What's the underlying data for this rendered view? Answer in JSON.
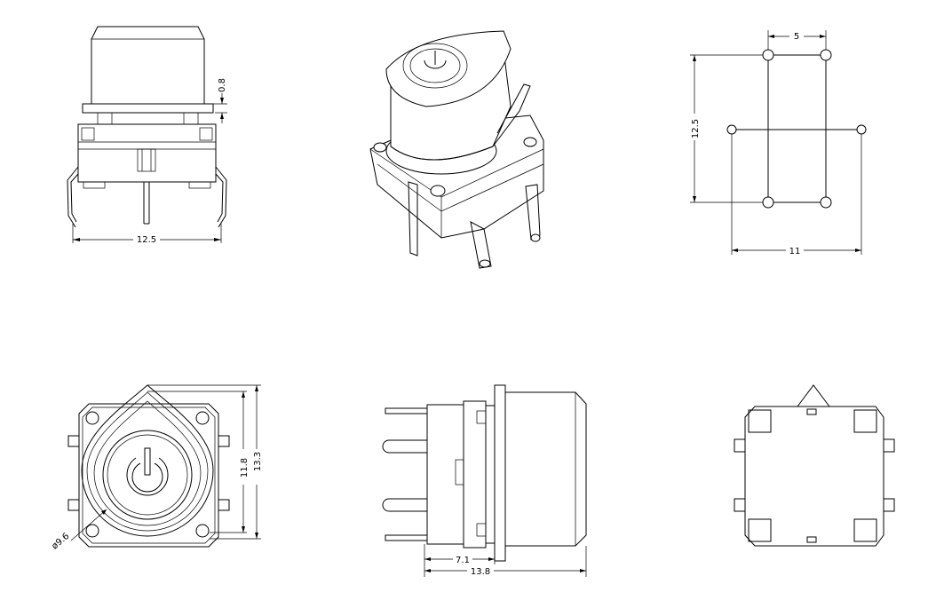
{
  "dimensions": {
    "front_width": "12.5",
    "cap_step": "0.8",
    "pin_pitch_x": "5",
    "pin_pitch_y": "12.5",
    "pin_span_x": "11",
    "cap_diameter": "ø9.6",
    "cap_height": "11.8",
    "cap_depth": "13.3",
    "body_length": "7.1",
    "total_length": "13.8"
  },
  "colors": {
    "line": "#000000",
    "background": "#ffffff"
  },
  "icons": {
    "cap_symbol": "power-icon"
  }
}
